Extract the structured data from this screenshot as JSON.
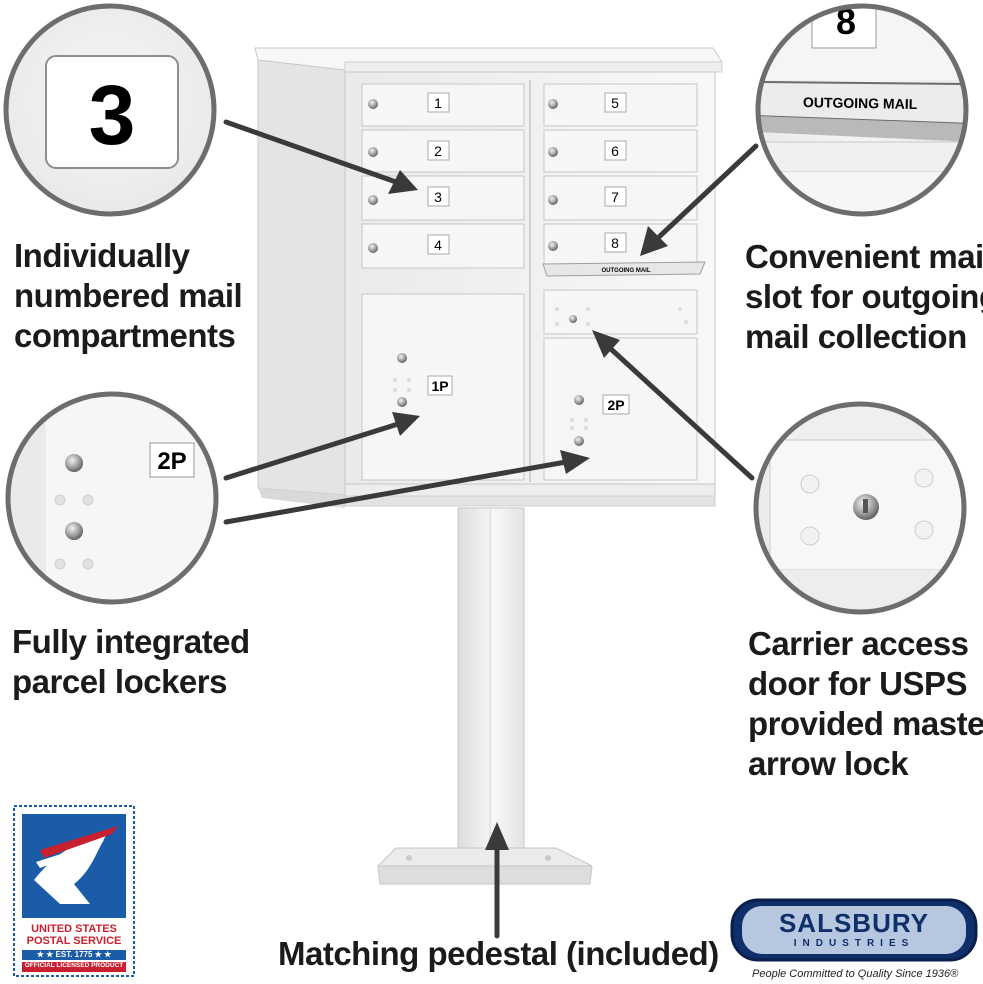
{
  "captions": {
    "compartments": [
      "Individually",
      "numbered mail",
      "compartments"
    ],
    "outgoing": [
      "Convenient mail",
      "slot for outgoing",
      "mail collection"
    ],
    "parcel": [
      "Fully integrated",
      "parcel lockers"
    ],
    "carrier": [
      "Carrier access",
      "door for USPS",
      "provided master",
      "arrow lock"
    ],
    "pedestal": "Matching pedestal (included)"
  },
  "mailbox": {
    "doors_left": [
      "1",
      "2",
      "3",
      "4"
    ],
    "doors_right": [
      "5",
      "6",
      "7",
      "8"
    ],
    "parcel_left": "1P",
    "parcel_right": "2P",
    "slot_label": "OUTGOING MAIL"
  },
  "zoom_circles": {
    "number": "3",
    "outgoing_top_number": "8",
    "outgoing_label": "OUTGOING MAIL",
    "parcel_label": "2P"
  },
  "logos": {
    "usps_line1": "UNITED STATES",
    "usps_line2": "POSTAL SERVICE",
    "usps_est": "★ ★ EST. 1775 ★ ★",
    "usps_licensed": "OFFICIAL LICENSED PRODUCT",
    "salsbury_name": "SALSBURY",
    "salsbury_sub": "INDUSTRIES",
    "salsbury_tagline": "People Committed to Quality Since 1936®"
  },
  "colors": {
    "unit_white": "#f2f3f2",
    "shadow_grey": "#c9cbc9",
    "usps_blue": "#1a5ca8",
    "usps_red": "#c8202e",
    "salsbury_blue": "#0f2f6b"
  }
}
